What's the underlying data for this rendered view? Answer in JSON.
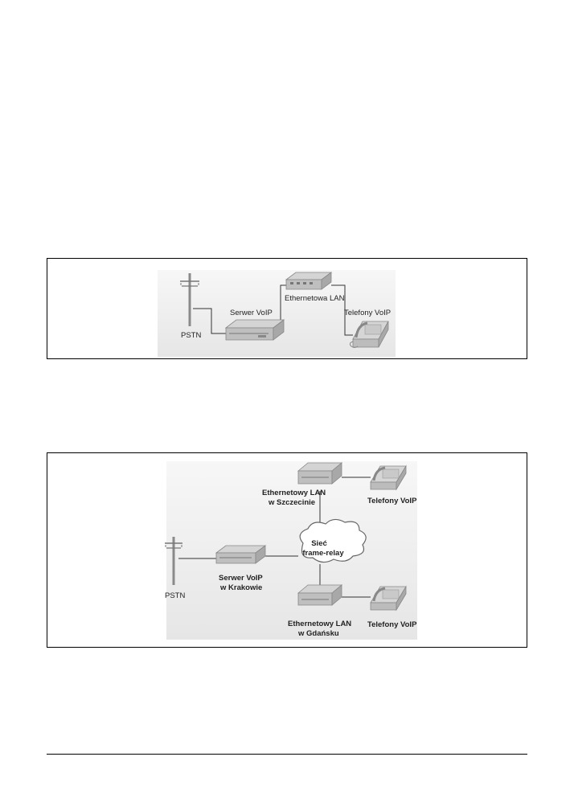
{
  "figure1": {
    "pstn": "PSTN",
    "voip_server": "Serwer VoIP",
    "lan": "Ethernetowa LAN",
    "phones": "Telefony VoIP"
  },
  "figure2": {
    "lan_top_line1": "Ethernetowy LAN",
    "lan_top_line2": "w Szczecinie",
    "phones_top": "Telefony VoIP",
    "cloud_line1": "Sieć",
    "cloud_line2": "frame-relay",
    "pstn": "PSTN",
    "server_line1": "Serwer VoIP",
    "server_line2": "w Krakowie",
    "lan_bottom_line1": "Ethernetowy LAN",
    "lan_bottom_line2": "w Gdańsku",
    "phones_bottom": "Telefony VoIP"
  }
}
